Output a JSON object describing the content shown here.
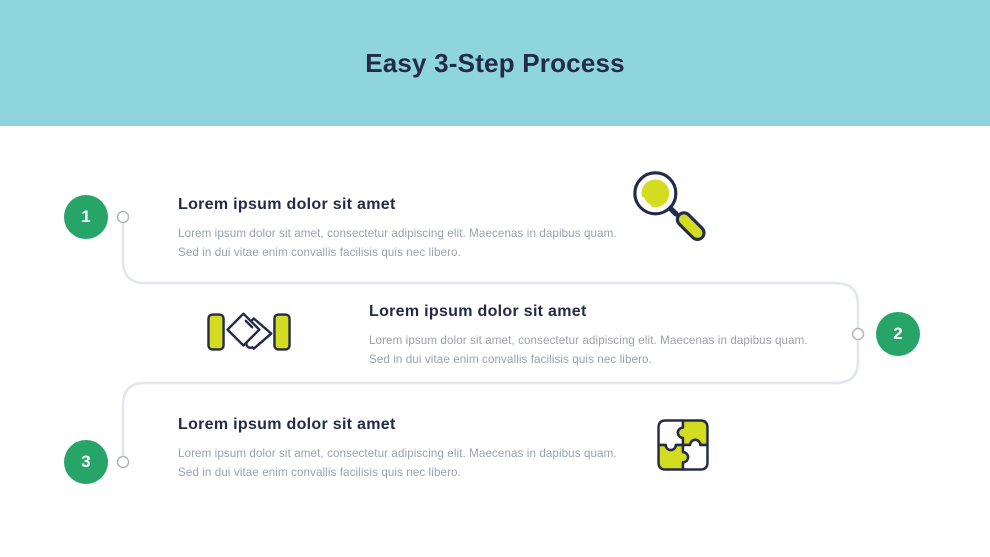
{
  "slide": {
    "title": "Easy 3-Step Process"
  },
  "steps": [
    {
      "number": "1",
      "title": "Lorem ipsum dolor sit amet",
      "body_lines": [
        "Lorem ipsum dolor sit amet, consectetur adipiscing elit. Maecenas in dapibus quam.",
        "Sed in dui vitae enim convallis facilisis quis nec libero."
      ],
      "icon": "magnifier-icon"
    },
    {
      "number": "2",
      "title": "Lorem ipsum dolor sit amet",
      "body_lines": [
        "Lorem ipsum dolor sit amet, consectetur adipiscing elit. Maecenas in dapibus quam.",
        "Sed in dui vitae enim convallis facilisis quis nec libero."
      ],
      "icon": "handshake-icon"
    },
    {
      "number": "3",
      "title": "Lorem ipsum dolor sit amet",
      "body_lines": [
        "Lorem ipsum dolor sit amet, consectetur adipiscing elit. Maecenas in dapibus quam.",
        "Sed in dui vitae enim convallis facilisis quis nec libero."
      ],
      "icon": "puzzle-icon"
    }
  ],
  "colors": {
    "teal": "#8ed5dc",
    "navy": "#232b49",
    "green": "#27a568",
    "yellow": "#d3dc21",
    "body-gray": "#9aa1ad",
    "line": "#e3e5f1",
    "dot-stroke": "#b0b5c2"
  }
}
